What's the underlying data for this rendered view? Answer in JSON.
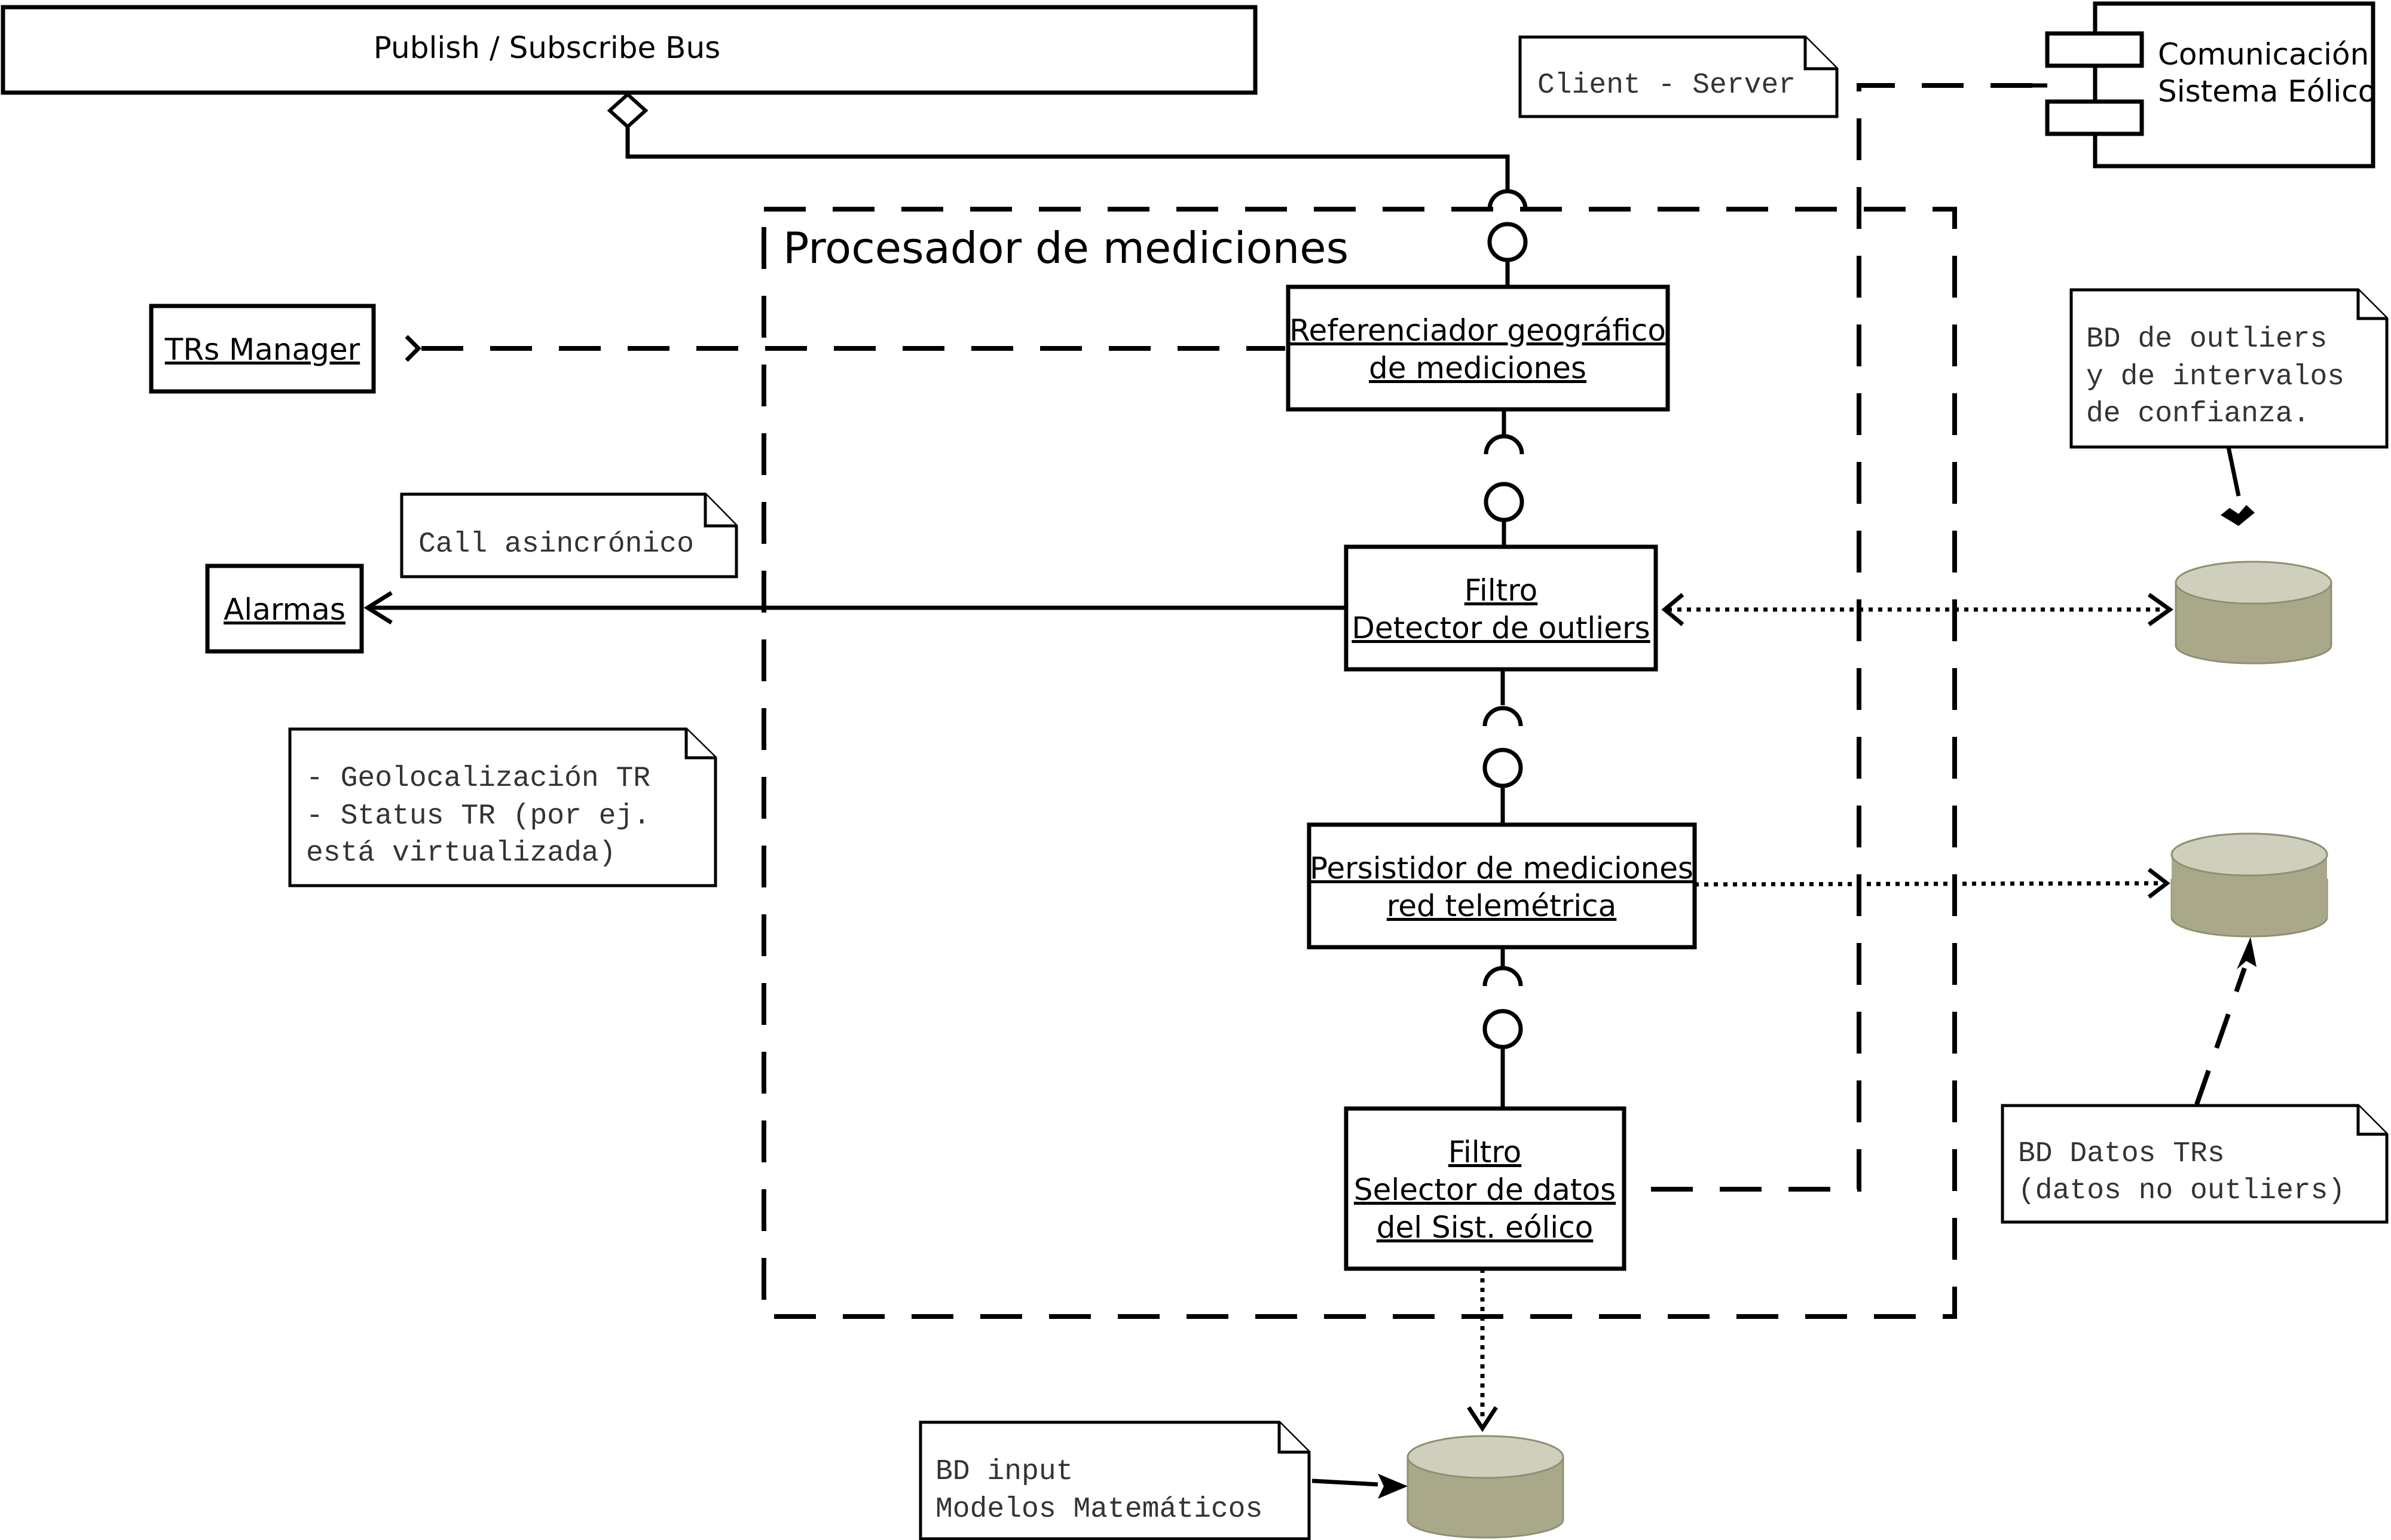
{
  "bus": {
    "label": "Publish / Subscribe Bus"
  },
  "external": {
    "comunicacion_line1": "Comunicación",
    "comunicacion_line2": "Sistema Eólico",
    "trs_manager": "TRs Manager",
    "alarmas": "Alarmas"
  },
  "container": {
    "title": "Procesador de mediciones"
  },
  "components": {
    "referenciador": {
      "line1": "Referenciador geográfico",
      "line2": "de mediciones"
    },
    "detector": {
      "line1": "Filtro",
      "line2": "Detector de outliers"
    },
    "persistidor": {
      "line1": "Persistidor de mediciones",
      "line2": "red telemétrica"
    },
    "selector": {
      "line1": "Filtro",
      "line2": "Selector de datos",
      "line3": "del Sist. eólico"
    }
  },
  "notes": {
    "client_server": "Client - Server",
    "call_async": "Call asincrónico",
    "geo": {
      "line1": "- Geolocalización TR",
      "line2": "- Status TR (por ej.",
      "line3": "está virtualizada)"
    },
    "bd_outliers": {
      "line1": "BD de outliers",
      "line2": "y de intervalos",
      "line3": "de confianza."
    },
    "bd_trs": {
      "line1": "BD Datos TRs",
      "line2": "(datos no outliers)"
    },
    "bd_input": {
      "line1": "BD input",
      "line2": "Modelos Matemáticos"
    }
  },
  "colors": {
    "database_side": "#a9a98a",
    "database_top": "#cfcfbd",
    "stroke": "#000000",
    "background": "#ffffff"
  }
}
